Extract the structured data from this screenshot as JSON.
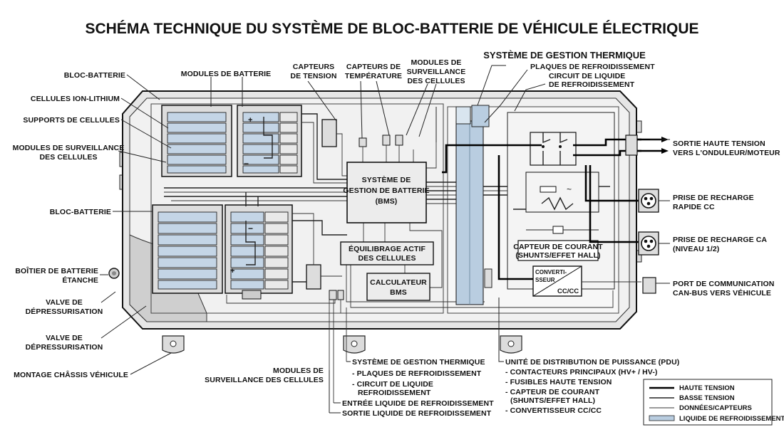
{
  "title": "SCHÉMA TECHNIQUE DU SYSTÈME DE BLOC-BATTERIE DE VÉHICULE ÉLECTRIQUE",
  "labels": {
    "bloc_batterie_top": "BLOC-BATTERIE",
    "cellules_ion_lithium": "CELLULES ION-LITHIUM",
    "supports_de_cellules": "SUPPORTS DE CELLULES",
    "modules_surveillance_left": [
      "MODULES DE SURVEILLANCE",
      "DES CELLULES"
    ],
    "bloc_batterie_mid": "BLOC-BATTERIE",
    "boitier": [
      "BOÎTIER DE BATTERIE",
      "ÉTANCHE"
    ],
    "valve_1": [
      "VALVE DE",
      "DÉPRESSURISATION"
    ],
    "valve_2": [
      "VALVE DE",
      "DÉPRESSURISATION"
    ],
    "montage": "MONTAGE CHÂSSIS VÉHICULE",
    "modules_de_batterie": "MODULES DE BATTERIE",
    "capteurs_tension": [
      "CAPTEURS",
      "DE TENSION"
    ],
    "capteurs_temperature": [
      "CAPTEURS DE",
      "TEMPÉRATURE"
    ],
    "modules_surveillance_top": [
      "MODULES DE",
      "SURVEILLANCE",
      "DES CELLULES"
    ],
    "gestion_thermique_title": "SYSTÈME DE GESTION THERMIQUE",
    "plaques": "PLAQUES DE REFROIDISSEMENT",
    "circuit": [
      "CIRCUIT DE LIQUIDE",
      "DE REFROIDISSEMENT"
    ],
    "bms": [
      "SYSTÈME DE",
      "GESTION DE BATTERIE",
      "(BMS)"
    ],
    "equilibrage": [
      "ÉQUILIBRAGE ACTIF",
      "DES CELLULES"
    ],
    "calculateur": [
      "CALCULATEUR",
      "BMS"
    ],
    "capteur_courant_box": [
      "CAPTEUR DE COURANT",
      "(SHUNTS/EFFET HALL)"
    ],
    "convertisseur": [
      "CONVERTI-",
      "SSEUR",
      "CC/CC"
    ],
    "sortie_ht": [
      "SORTIE HAUTE TENSION",
      "VERS L'ONDULEUR/MOTEUR"
    ],
    "prise_rapide": [
      "PRISE DE RECHARGE",
      "RAPIDE CC"
    ],
    "prise_ca": [
      "PRISE DE RECHARGE CA",
      "(NIVEAU 1/2)"
    ],
    "port_can": [
      "PORT DE COMMUNICATION",
      "CAN-BUS VERS VÉHICULE"
    ],
    "modules_surveillance_bottom": [
      "MODULES DE",
      "SURVEILLANCE DES CELLULES"
    ],
    "thermal_bottom": [
      "SYSTÈME DE GESTION THERMIQUE",
      "- PLAQUES DE REFROIDISSEMENT",
      "- CIRCUIT DE LIQUIDE",
      "REFROIDISSEMENT"
    ],
    "entree": "ENTRÉE LIQUIDE DE REFROIDISSEMENT",
    "sortie": "SORTIE LIQUIDE DE REFROIDISSEMENT",
    "pdu": [
      "UNITÉ DE DISTRIBUTION DE PUISSANCE (PDU)",
      "- CONTACTEURS PRINCIPAUX (HV+ / HV-)",
      "- FUSIBLES HAUTE TENSION",
      "- CAPTEUR DE COURANT",
      "(SHUNTS/EFFET HALL)",
      "- CONVERTISSEUR CC/CC"
    ]
  },
  "legend": [
    "HAUTE TENSION",
    "BASSE TENSION",
    "DONNÉES/CAPTEURS",
    "LIQUIDE DE REFROIDISSEMENT"
  ],
  "colors": {
    "coolant": "#b9cde0",
    "casing": "#e6e6e6",
    "cell": "#c4d5e6"
  }
}
